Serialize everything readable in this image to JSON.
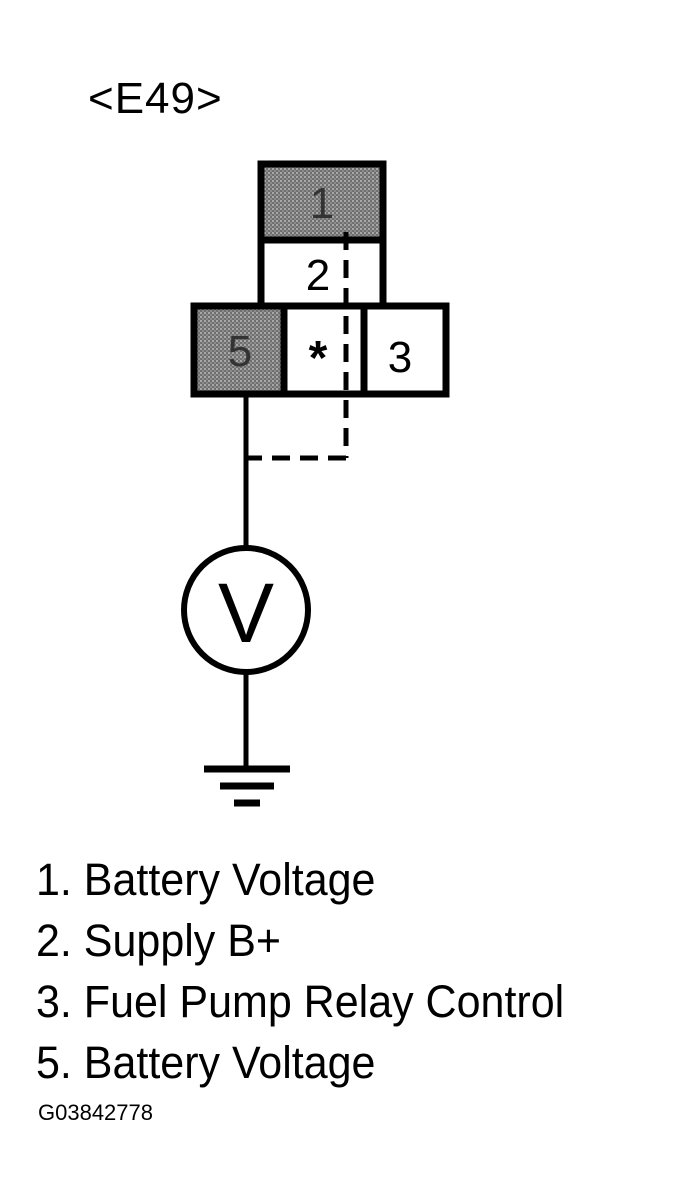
{
  "connector": {
    "label": "<E49>"
  },
  "pins": {
    "pin1": {
      "label": "1",
      "shaded": true
    },
    "pin2": {
      "label": "2",
      "shaded": false
    },
    "pin_star": {
      "label": "*",
      "shaded": false
    },
    "pin3": {
      "label": "3",
      "shaded": false
    },
    "pin5": {
      "label": "5",
      "shaded": true
    }
  },
  "meter": {
    "symbol": "V"
  },
  "legend": [
    "1. Battery Voltage",
    "2. Supply B+",
    "3. Fuel Pump Relay Control",
    "5. Battery Voltage"
  ],
  "figure_code": "G03842778",
  "colors": {
    "line": "#000000",
    "shade": "#7a7a7a",
    "background": "#ffffff"
  }
}
